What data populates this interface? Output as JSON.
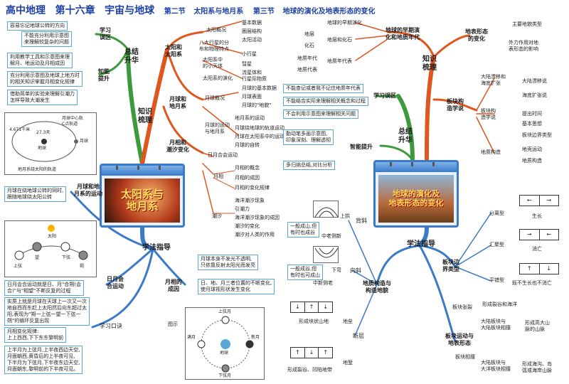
{
  "header": {
    "course": "高中地理",
    "chapter": "第十六章",
    "chapter_title": "宇宙与地球",
    "section2": "第二节",
    "section2_title": "太阳系与地月系",
    "section3": "第三节",
    "section3_title": "地球的演化及地表形态的变化"
  },
  "colors": {
    "title": "#1d3fa4",
    "red": "#e0561f",
    "green": "#3c9a3c",
    "blue": "#3b79c9"
  },
  "left": {
    "hub_title": "太阳系与\n地月系",
    "summary": "总结\n升华",
    "knowledge": "知识\n梳理",
    "method": "学法指导",
    "study_miss": "学习\n误区",
    "ability": "知能\n提升",
    "miss_items": [
      "容易忘记地球公转的方向",
      "不能充分利用示意图\n来理解较复杂的问题"
    ],
    "ability_items": [
      "利用教学工具和示意图来理\n解月、地运动及月相成因",
      "充分利用示意图及地球上地方时\n的相关知识掌握月相变化规律",
      "借助简单的实验来理解引潮力\n怎样导致大潮发生"
    ],
    "sun_system": "太阳和\n太阳系",
    "sun_items": [
      "太阳概况",
      "八大行星的分\n布和物理特点",
      "太阳系中\n的小天体",
      "太阳系的演化"
    ],
    "sun_sub1": [
      "基本数据",
      "圈层结构",
      "太阳活动"
    ],
    "sun_sub2": [
      "小行星",
      "彗星",
      "流星体和\n行星际物质"
    ],
    "moon_system": "月球和\n地月系",
    "moon_items": [
      "月球概况",
      "月球的运动\n与地月系"
    ],
    "moon_sub1": [
      "月球的基本数据",
      "月球表面",
      "月球的\"地貌\""
    ],
    "moon_sub2": [
      "地月系的运动",
      "月球绕地球的轨道运动",
      "月球在太阳系中的运动",
      "月球的自转"
    ],
    "tide_system": "月相和\n潮汐变化",
    "tide_items": [
      "日月合会运动",
      "月相",
      "潮汐"
    ],
    "phase_sub": [
      "月相的概念",
      "月相的成因",
      "月相的变化规律"
    ],
    "tide_sub": [
      "海洋潮汐现象",
      "引潮力",
      "海洋潮汐现象的成因",
      "潮汐的变化",
      "潮汐对人类的作用"
    ],
    "orbit_fig": {
      "a": "月球中心轨\nC点轨道",
      "b": "月球",
      "c": "27.3天",
      "d": "地球",
      "e": "地月系绕太阳的轨道",
      "f": "4.671千米"
    },
    "moon_motion": "月球和地\n月系的运动",
    "moon_motion_note": "月球在绕地球公转的同时,\n跟随地球绕太阳公转",
    "phase_fig": {
      "sun": "太阳",
      "a": "上弦",
      "b": "望",
      "c": "下弦",
      "d": "朔"
    },
    "conj": "日月会\n合运动",
    "conj_notes": [
      "日月会合运动就是日、月\"合朔(会\n合)\"与\"相望\"不断反复的过程",
      "实质上就是月球在天球上一次又一次\n地自西而东赶上太阳然后向东超过太\n阳,表现为\"朔一上弦一望一下弦一\n朔\"的循环反复出现"
    ],
    "phase_cause": "月相的\n成因",
    "phase_cause_notes": [
      "月球本身不发光不透明,\n只依靠反射太阳光而发亮",
      "日、地、月三者位置的不断变化,\n使月球视形状发生变化"
    ],
    "figure_label": "图示",
    "formula": "学习口诀",
    "formula_title": "月相变化规律:\n上上西西,下下东东黎明前",
    "formula_text": "上半月为上弦月,上半夜西边天空,\n月面朝西,黄昏后的上半夜可见,\n下半月为下弦月,下半夜东边天空,\n月面朝东,黎明前的下半夜可见。",
    "moon_fig": {
      "top": "上弦月",
      "bottom": "下弦月",
      "left": "满月",
      "right": "新月",
      "center": "地球"
    }
  },
  "right": {
    "hub_title": "地球的演化及\n地表形态的变化",
    "summary": "总结\n升华",
    "knowledge": "知识\n梳理",
    "method": "学法指导",
    "study_miss": "学习误区",
    "ability": "智能提升",
    "miss_items": [
      "不能查记或者我不记住地质年代表",
      "不能结合实际来理解相关概念和过程",
      "不会利用示意图来理解相关问题"
    ],
    "ability_items": [
      "勤动笔多画示意图,\n印象深刻、理解透彻",
      "多归纳总结,对比分析"
    ],
    "evolution": "地球的早期演\n化和地质年代",
    "evo_items": [
      "地球的早期演化",
      "地层和化石",
      "地质年代表"
    ],
    "evo_sub": [
      "地层",
      "化石",
      "地质年代",
      "地质代表"
    ],
    "landform": "地表形态\n的变化",
    "landform_items": [
      "主要地貌类型",
      "外力作用对地\n表形态的影响"
    ],
    "plate": "板块构\n造学说",
    "plate_items": [
      "大陆漂移和\n海底扩张",
      "板块构\n造学说",
      "地质构造"
    ],
    "plate_sub1": [
      "大陆漂移说",
      "海底扩张说"
    ],
    "plate_sub2": [
      "提出时间",
      "基本思想",
      "板块边界类型"
    ],
    "plate_sub3": [
      "地壳运动",
      "地质构造"
    ],
    "fold": "背斜",
    "fold_up": "上拱",
    "fold_note": "一般成山,但\n有时也成谷",
    "fold_note_caption": "中老侧新",
    "syncline": "向斜",
    "syncline_down": "下弯",
    "syncline_note": "一般成谷,但\n有时也可成山",
    "syncline_caption": "中新侧老",
    "structure": "地质构造与\n构造地貌",
    "fault": "断层",
    "fault_a": "地垒",
    "fault_b": "地堑",
    "fault_cap_a": "形成块状山地",
    "fault_cap_b": "形成裂谷、凹陷地带",
    "boundary": "板块边\n界类型",
    "bound_items": [
      "分离型",
      "汇聚型",
      "平错型"
    ],
    "bound_caps": [
      "生长",
      "消亡",
      "既不生长也不消亡"
    ],
    "motion": "板块运动与\n地表形态",
    "zhang": "板块张裂",
    "zhang_note": "形成裂谷和海洋",
    "xiang": "板块相撞",
    "xiang_items": [
      "大陆板块与\n大陆板块相撞",
      "大陆板块与\n大洋板块相撞"
    ],
    "xiang_notes": [
      "形成高大山\n脉的山脉",
      "形成海沟、岛\n弧或海岸山脉"
    ]
  }
}
